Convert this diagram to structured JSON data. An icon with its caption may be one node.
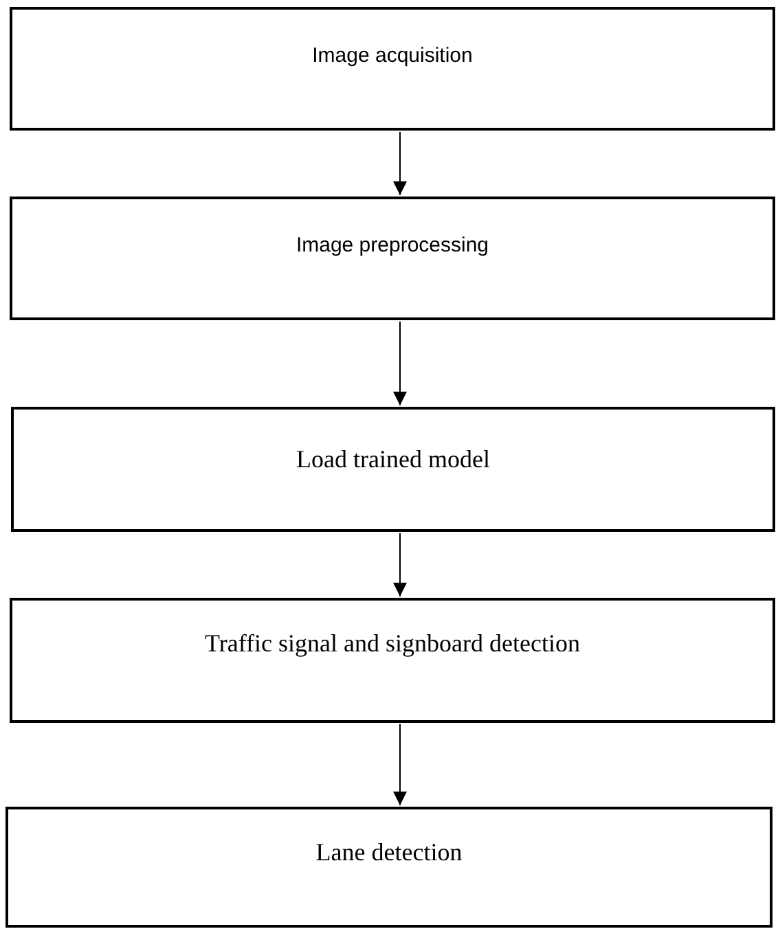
{
  "diagram": {
    "nodes": [
      {
        "text": [
          "Image acquisition"
        ]
      },
      {
        "text": [
          "Image preprocessing"
        ]
      },
      {
        "text": [
          "Load trained model"
        ]
      },
      {
        "text": [
          "Traffic signal and signboard detection"
        ]
      },
      {
        "text": [
          "Lane detection"
        ]
      }
    ],
    "edges": [
      {
        "from": 0,
        "to": 1,
        "arrow": "to"
      },
      {
        "from": 1,
        "to": 2,
        "arrow": "to"
      },
      {
        "from": 2,
        "to": 3,
        "arrow": "to"
      },
      {
        "from": 3,
        "to": 4,
        "arrow": "to"
      }
    ]
  }
}
